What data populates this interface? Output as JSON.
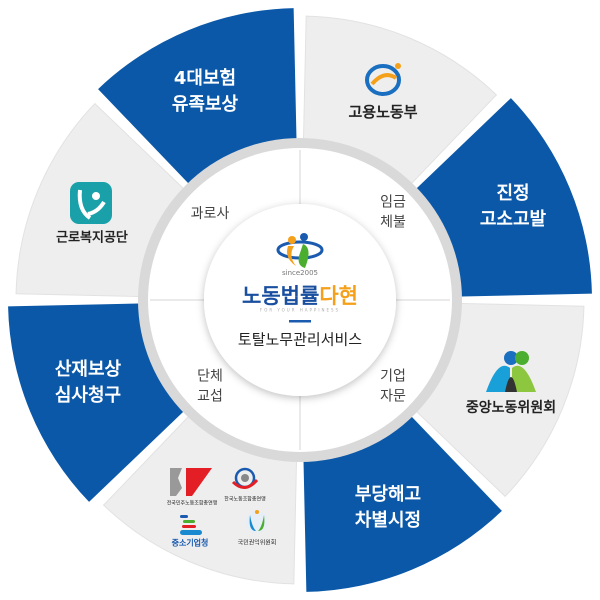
{
  "colors": {
    "blue": "#0b58a8",
    "gray": "#eeeeee",
    "accent_orange": "#f5a01a",
    "brand_blue": "#1a4fa0"
  },
  "center": {
    "since": "since2005",
    "brand_main": "노동법률",
    "brand_accent": "다현",
    "tagline_small": "FOR YOUR HAPPINESS",
    "subtitle": "토탈노무관리서비스"
  },
  "inner_items": [
    {
      "label": "과로사"
    },
    {
      "label": "임금\n체불"
    },
    {
      "label": "기업\n자문"
    },
    {
      "label": "단체\n교섭"
    }
  ],
  "segments": [
    {
      "type": "blue",
      "label": "4대보험\n유족보상"
    },
    {
      "type": "gray",
      "label": "고용노동부"
    },
    {
      "type": "blue",
      "label": "진정\n고소고발"
    },
    {
      "type": "gray",
      "label": "중앙노동위원회"
    },
    {
      "type": "blue",
      "label": "부당해고\n차별시정"
    },
    {
      "type": "gray",
      "label": ""
    },
    {
      "type": "blue",
      "label": "산재보상\n심사청구"
    },
    {
      "type": "gray",
      "label": "근로복지공단"
    }
  ],
  "logo_group": [
    {
      "label": "전국민주노동조합총연맹"
    },
    {
      "label": "한국노동조합총연맹"
    },
    {
      "label": "중소기업청"
    },
    {
      "label": "국민권익위원회"
    }
  ]
}
